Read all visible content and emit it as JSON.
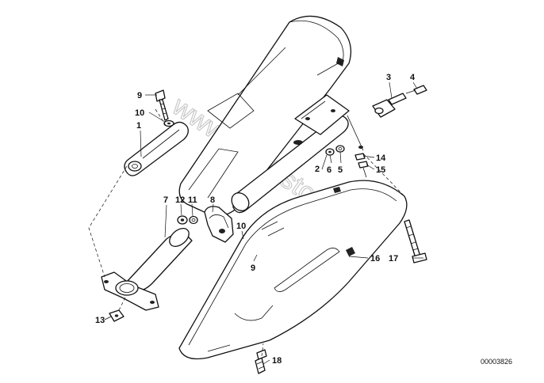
{
  "diagram": {
    "catalog_number": "00003826",
    "watermark": "www.BMWstore.pl",
    "callouts": [
      {
        "id": "c1",
        "text": "1"
      },
      {
        "id": "c9a",
        "text": "9"
      },
      {
        "id": "c10a",
        "text": "10"
      },
      {
        "id": "c2",
        "text": "2"
      },
      {
        "id": "c3",
        "text": "3"
      },
      {
        "id": "c4",
        "text": "4"
      },
      {
        "id": "c5",
        "text": "5"
      },
      {
        "id": "c6",
        "text": "6"
      },
      {
        "id": "c14",
        "text": "14"
      },
      {
        "id": "c15",
        "text": "15"
      },
      {
        "id": "c7",
        "text": "7"
      },
      {
        "id": "c12",
        "text": "12"
      },
      {
        "id": "c11",
        "text": "11"
      },
      {
        "id": "c8",
        "text": "8"
      },
      {
        "id": "c10b",
        "text": "10"
      },
      {
        "id": "c9b",
        "text": "9"
      },
      {
        "id": "c16",
        "text": "16"
      },
      {
        "id": "c17",
        "text": "17"
      },
      {
        "id": "c13",
        "text": "13"
      },
      {
        "id": "c18",
        "text": "18"
      }
    ]
  }
}
